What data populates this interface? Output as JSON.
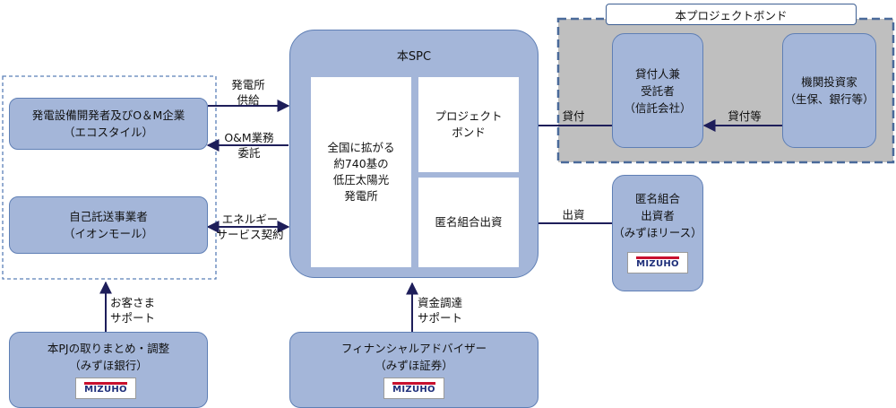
{
  "colors": {
    "box_fill": "#a4b6d9",
    "box_border": "#5f7fb5",
    "arrow": "#1e1e5a",
    "bond_area": "#bfbfbf",
    "bond_border": "#4a6a9a",
    "group_border": "#5b7fb8",
    "mizuho_red": "#c8102e",
    "mizuho_blue": "#1f2f7a"
  },
  "bond_area": {
    "title": "本プロジェクトボンド"
  },
  "trustee": {
    "lines": [
      "貸付人兼",
      "受託者",
      "（信託会社）"
    ]
  },
  "investors": {
    "lines": [
      "機関投資家",
      "（生保、銀行等）"
    ]
  },
  "spc": {
    "title": "本SPC",
    "plant_lines": [
      "全国に拡がる",
      "約740基の",
      "低圧太陽光",
      "発電所"
    ],
    "bond_lines": [
      "プロジェクト",
      "ボンド"
    ],
    "equity_label": "匿名組合出資"
  },
  "developer": {
    "lines": [
      "発電設備開発者及びO＆M企業",
      "（エコスタイル）"
    ]
  },
  "wheeling": {
    "lines": [
      "自己託送事業者",
      "（イオンモール）"
    ]
  },
  "anon_investor": {
    "lines": [
      "匿名組合",
      "出資者",
      "（みずほリース）"
    ]
  },
  "arranger": {
    "lines": [
      "本PJの取りまとめ・調整",
      "（みずほ銀行）"
    ]
  },
  "advisor": {
    "lines": [
      "フィナンシャルアドバイザー",
      "（みずほ証券）"
    ]
  },
  "arrows": {
    "supply": [
      "発電所",
      "供給"
    ],
    "om": [
      "O&M業務",
      "委託"
    ],
    "energy": [
      "エネルギー",
      "サービス契約"
    ],
    "loan": "貸付",
    "loan_etc": "貸付等",
    "invest": "出資",
    "customer": [
      "お客さま",
      "サポート"
    ],
    "funding": [
      "資金調達",
      "サポート"
    ]
  },
  "logo_text": "MIZUHO"
}
